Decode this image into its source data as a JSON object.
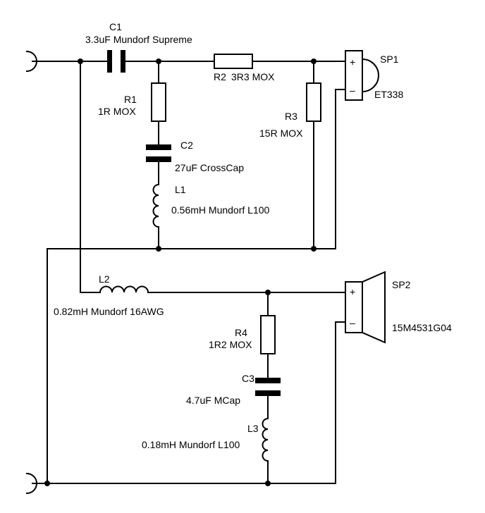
{
  "components": {
    "c1": {
      "ref": "C1",
      "value": "3.3uF Mundorf Supreme"
    },
    "r1": {
      "ref": "R1",
      "value": "1R MOX"
    },
    "r2": {
      "ref": "R2",
      "value": "3R3 MOX"
    },
    "r3": {
      "ref": "R3",
      "value": "15R MOX"
    },
    "c2": {
      "ref": "C2",
      "value": "27uF CrossCap"
    },
    "l1": {
      "ref": "L1",
      "value": "0.56mH Mundorf L100"
    },
    "l2": {
      "ref": "L2",
      "value": "0.82mH Mundorf 16AWG"
    },
    "r4": {
      "ref": "R4",
      "value": "1R2 MOX"
    },
    "c3": {
      "ref": "C3",
      "value": "4.7uF MCap"
    },
    "l3": {
      "ref": "L3",
      "value": "0.18mH Mundorf L100"
    },
    "sp1": {
      "ref": "SP1",
      "value": "ET338",
      "plus": "+",
      "minus": "–"
    },
    "sp2": {
      "ref": "SP2",
      "value": "15M4531G04",
      "plus": "+",
      "minus": "–"
    }
  }
}
